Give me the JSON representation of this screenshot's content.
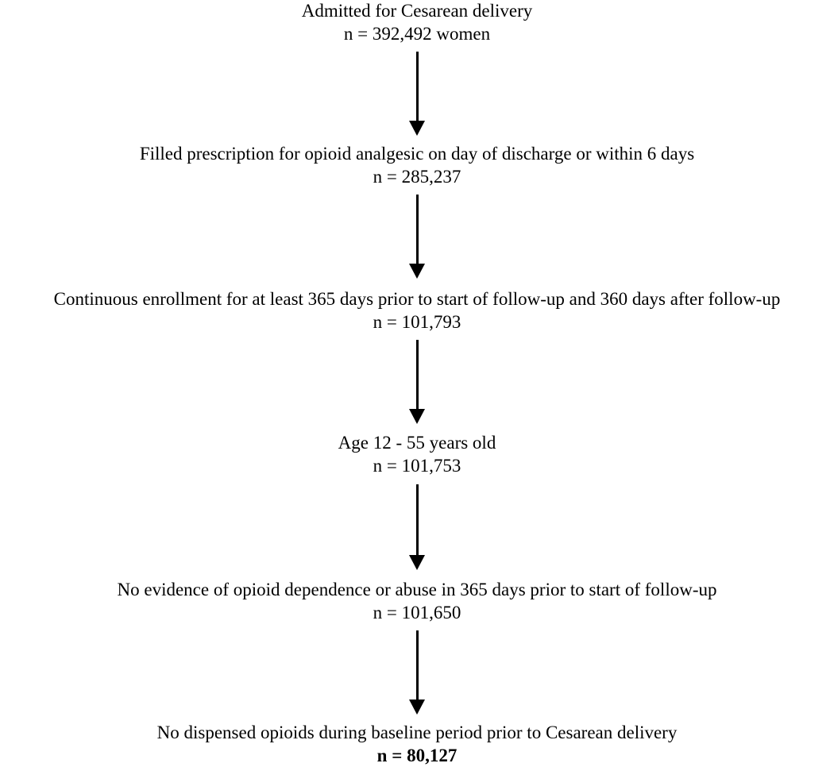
{
  "steps": [
    {
      "label": "Admitted for Cesarean delivery",
      "count": "n = 392,492 women"
    },
    {
      "label": "Filled prescription for opioid analgesic on day of discharge or within 6 days",
      "count": "n = 285,237"
    },
    {
      "label": "Continuous enrollment for at least 365 days prior to start of follow-up and 360 days after follow-up",
      "count": "n = 101,793"
    },
    {
      "label": "Age 12 - 55 years old",
      "count": "n = 101,753"
    },
    {
      "label": "No evidence of opioid dependence or abuse  in 365 days prior to start of follow-up",
      "count": "n = 101,650"
    },
    {
      "label": "No dispensed opioids during baseline period prior to Cesarean delivery",
      "count": "n = 80,127"
    }
  ],
  "colors": {
    "text": "#000000",
    "arrow": "#000000",
    "background": "#ffffff"
  }
}
